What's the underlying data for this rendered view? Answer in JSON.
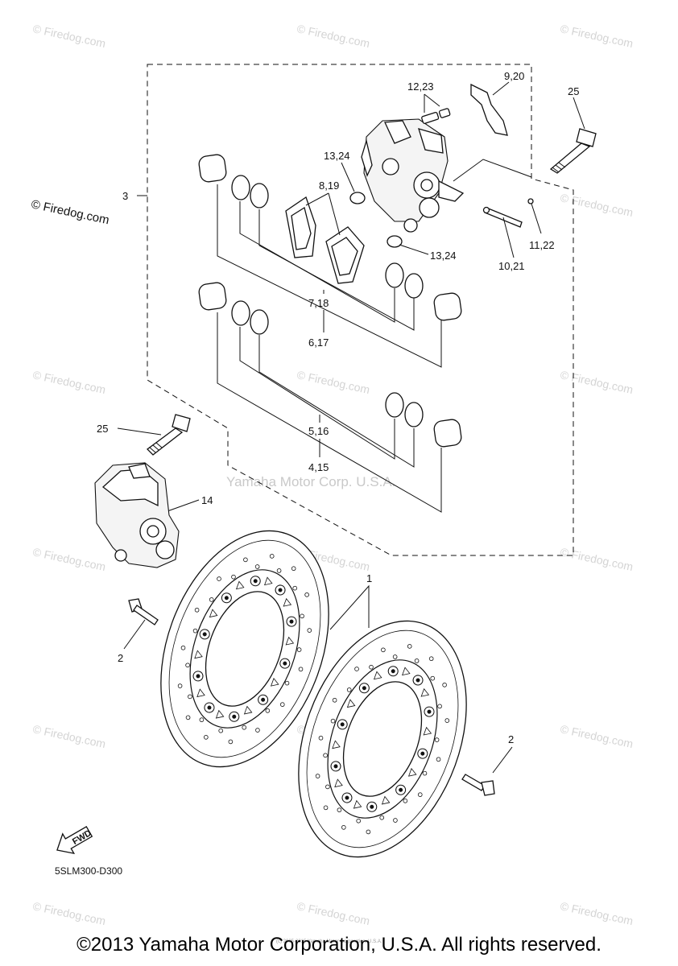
{
  "watermark": "© Firedog.com",
  "diagram_code": "5SLM300-D300",
  "center_watermark": "Yamaha Motor Corp. U.S.A.",
  "fine_print": "(c) 2005-2015 Yamaha Motor Corporation, U.S.A.",
  "copyright": "©2013 Yamaha Motor Corporation, U.S.A. All rights reserved.",
  "fwd_arrow_label": "FWD",
  "labels": {
    "l1": "1",
    "l2a": "2",
    "l2b": "2",
    "l3": "3",
    "l4_15": "4,15",
    "l5_16": "5,16",
    "l6_17": "6,17",
    "l7_18": "7,18",
    "l8_19": "8,19",
    "l9_20": "9,20",
    "l10_21": "10,21",
    "l11_22": "11,22",
    "l12_23": "12,23",
    "l13_24a": "13,24",
    "l13_24b": "13,24",
    "l14": "14",
    "l25a": "25",
    "l25b": "25"
  }
}
